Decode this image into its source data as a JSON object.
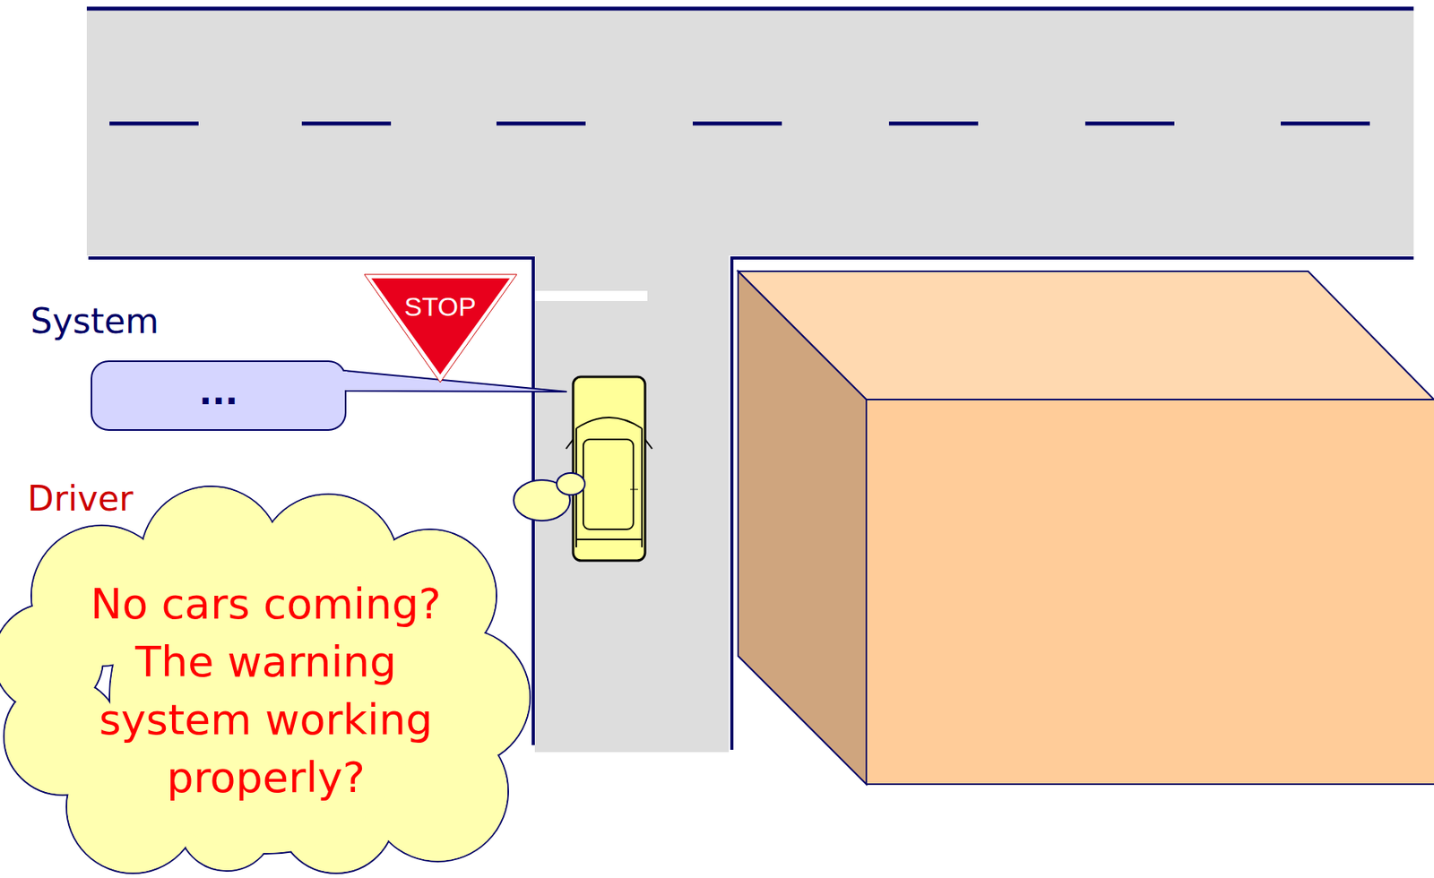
{
  "diagram": {
    "nodes": [
      {
        "text": [
          "STOP"
        ]
      },
      {
        "text": [
          "System",
          "..."
        ]
      },
      {
        "text": [
          "Driver",
          "No cars coming? The warning system working properly?"
        ]
      }
    ]
  }
}
